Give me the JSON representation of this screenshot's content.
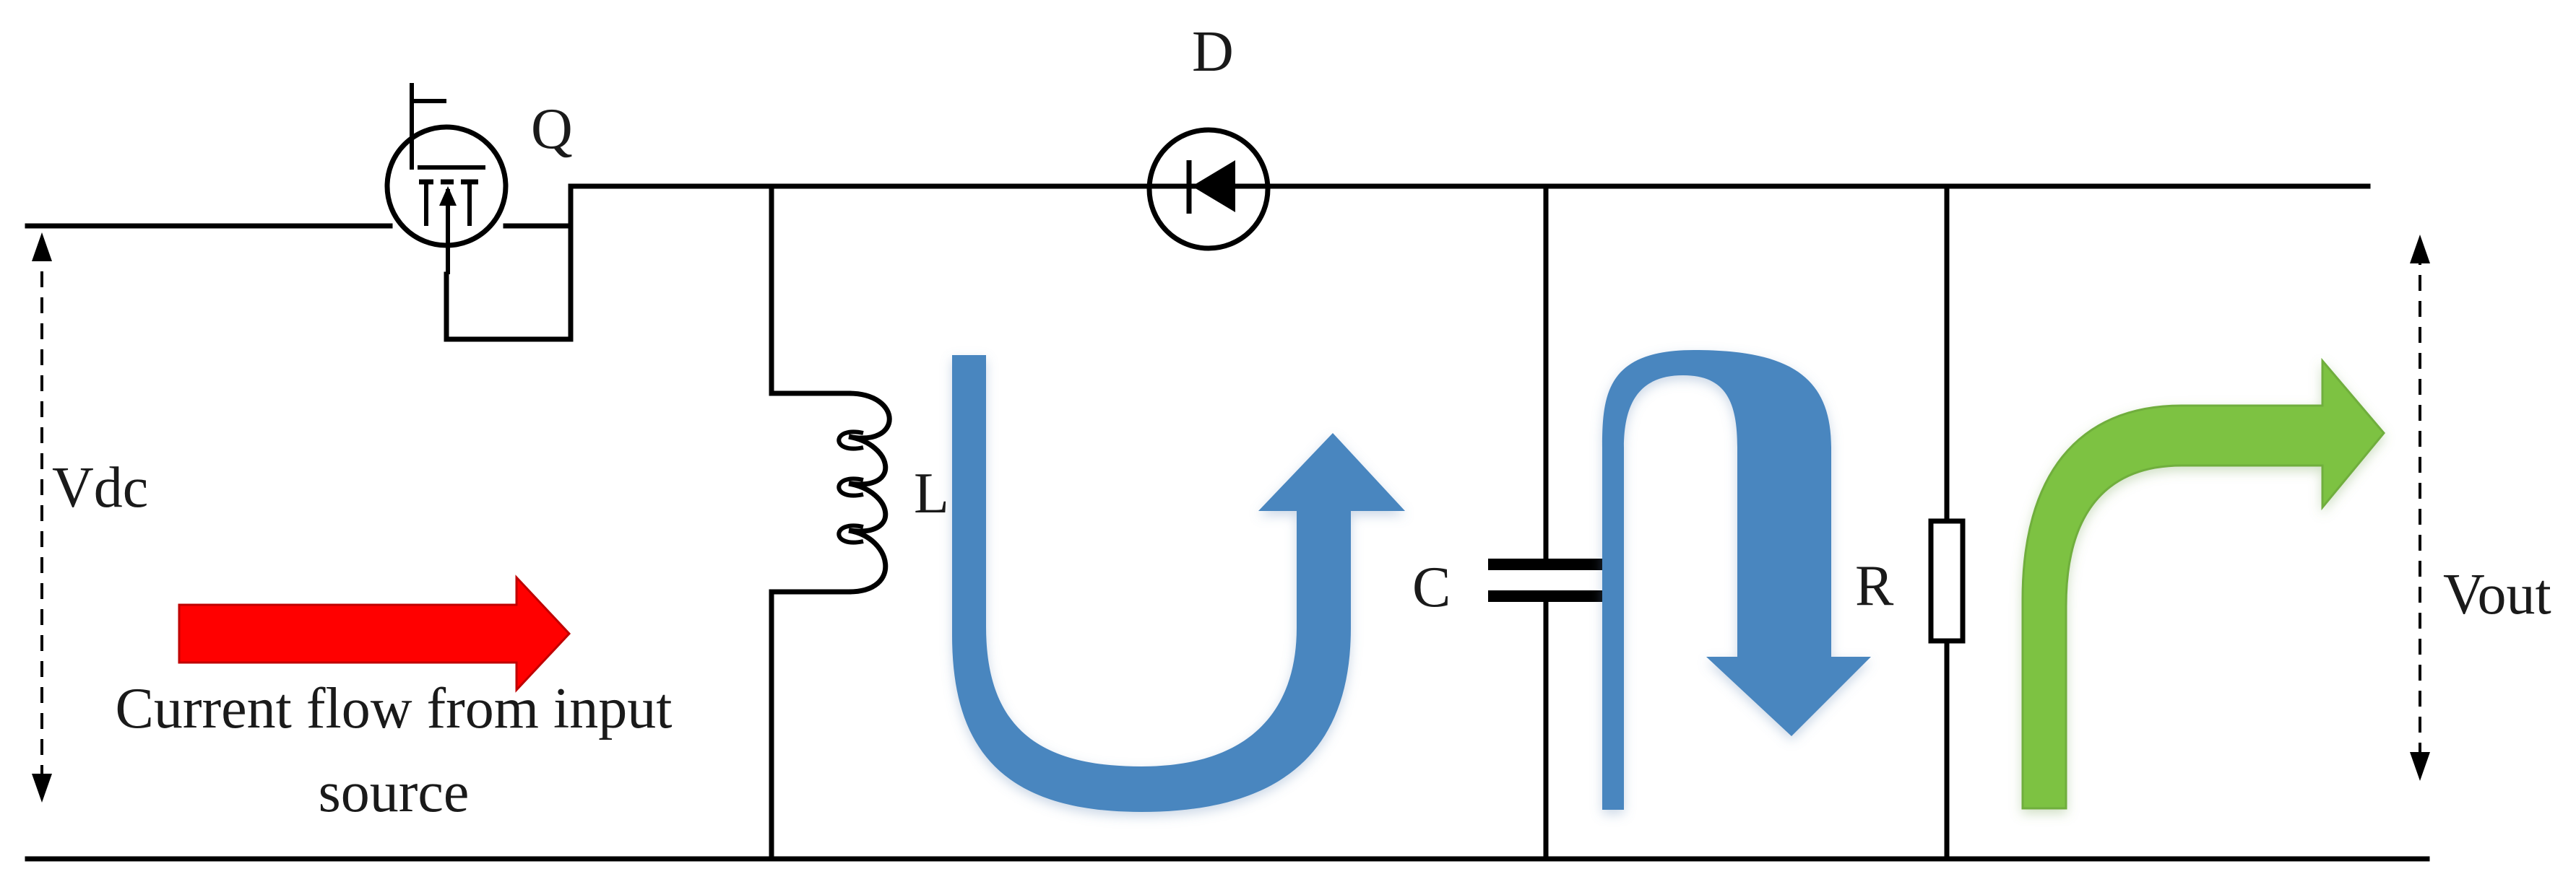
{
  "labels": {
    "switch": "Q",
    "diode": "D",
    "inductor": "L",
    "capacitor": "C",
    "resistor": "R",
    "input_voltage": "Vdc",
    "output_voltage": "Vout",
    "caption_line1": "Current flow from input",
    "caption_line2": "source"
  },
  "colors": {
    "wire": "#000000",
    "input_flow_arrow": "#ff0000",
    "inductor_flow_arrow": "#4a86bf",
    "capacitor_flow_arrow": "#4a86bf",
    "output_flow_arrow": "#7dc242"
  }
}
